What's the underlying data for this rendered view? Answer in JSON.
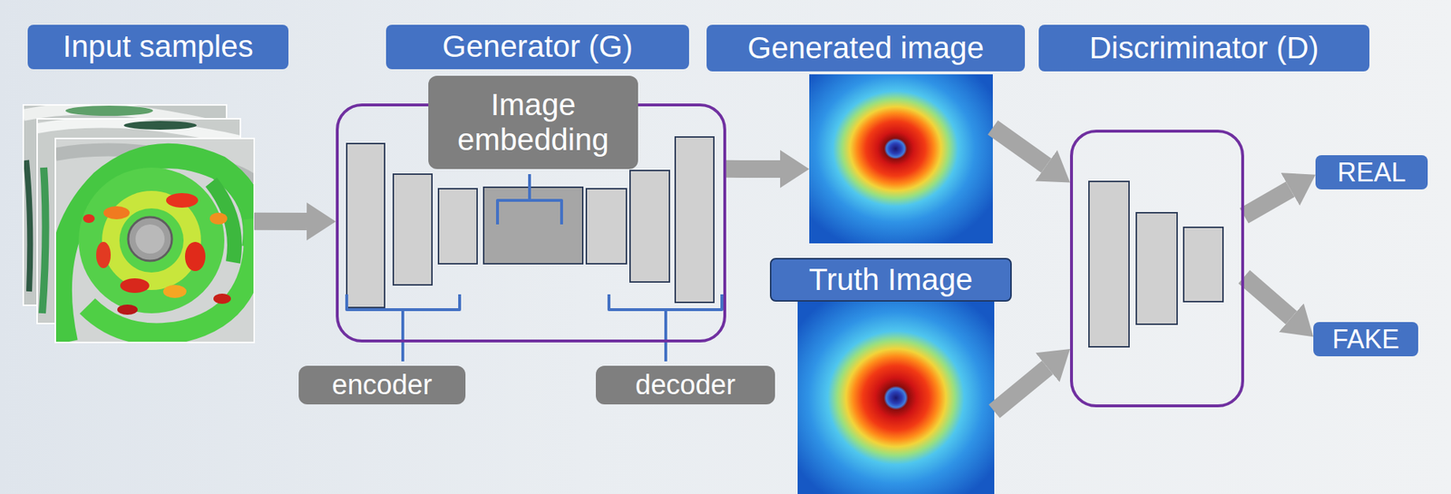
{
  "diagram": {
    "nodes": [
      {
        "text": [
          "Input samples"
        ]
      },
      {
        "text": [
          "Generator (G)"
        ]
      },
      {
        "text": [
          "Image embedding"
        ],
        "in": 1
      },
      {
        "text": [
          "encoder"
        ]
      },
      {
        "text": [
          "decoder"
        ]
      },
      {
        "text": [
          "Generated image"
        ]
      },
      {
        "text": [
          "Truth Image"
        ]
      },
      {
        "text": [
          "Discriminator (D)"
        ]
      },
      {
        "text": [
          "REAL"
        ]
      },
      {
        "text": [
          "FAKE"
        ]
      }
    ],
    "edges": [
      {
        "from": 0,
        "to": 1,
        "arrow": "to"
      },
      {
        "from": 1,
        "to": 5,
        "arrow": "to"
      },
      {
        "from": 5,
        "to": 7,
        "arrow": "to"
      },
      {
        "from": 6,
        "to": 7,
        "arrow": "to"
      },
      {
        "from": 7,
        "to": 8,
        "arrow": "to"
      },
      {
        "from": 7,
        "to": 9,
        "arrow": "to"
      }
    ]
  }
}
